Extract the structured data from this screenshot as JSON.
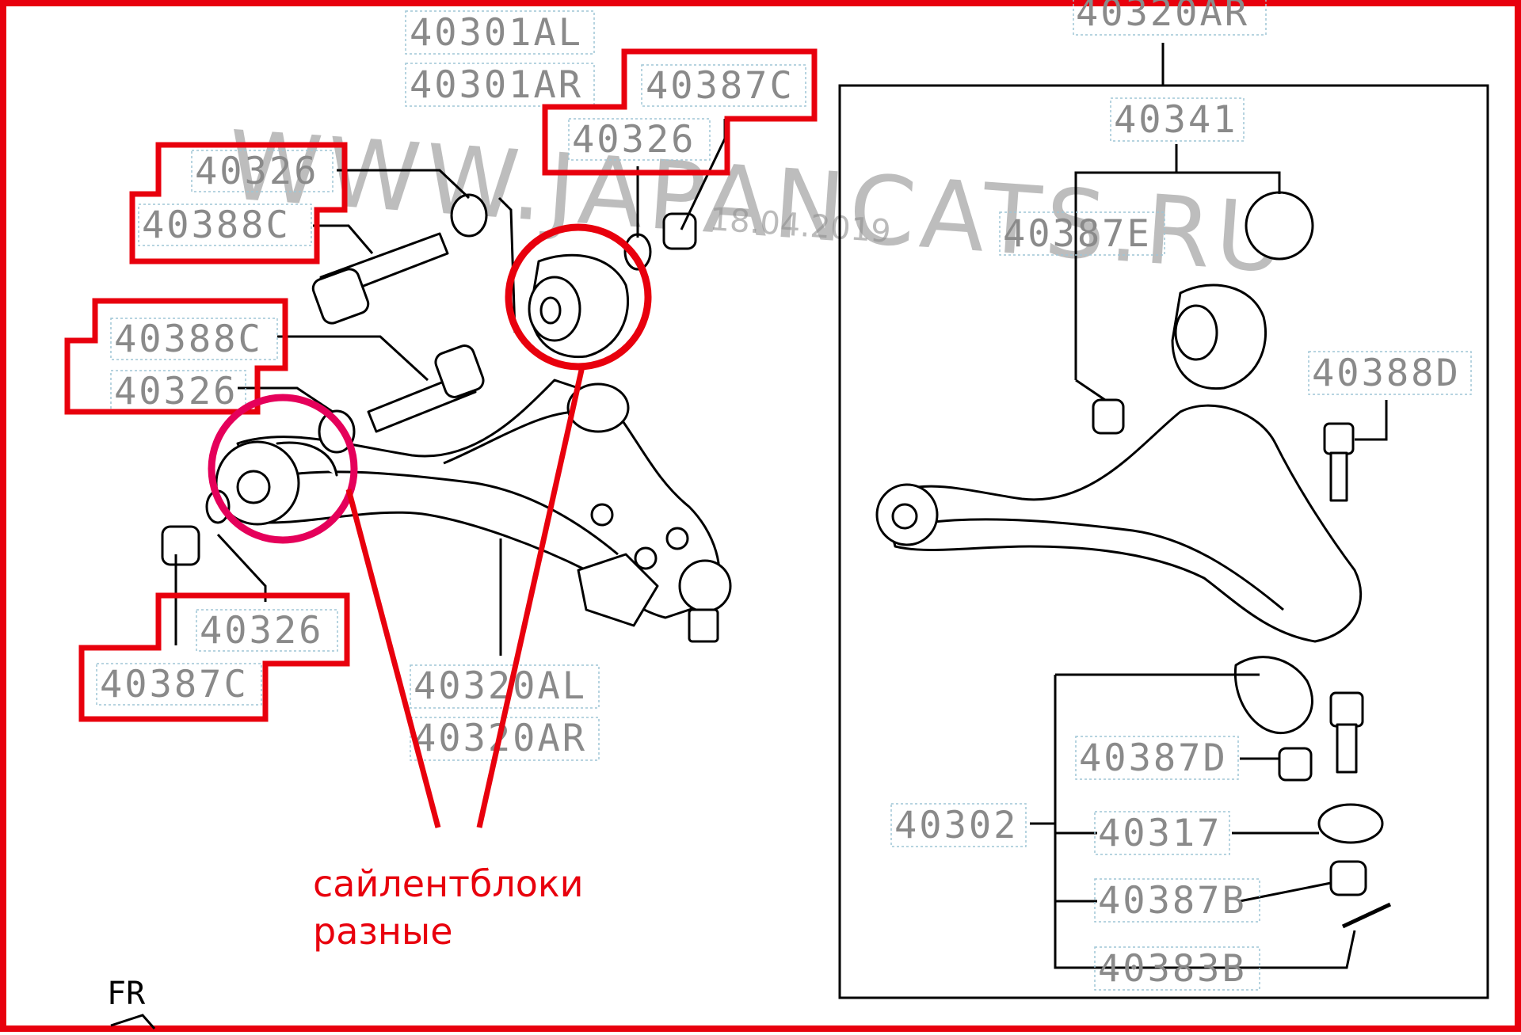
{
  "watermark": "WWW.JAPANCATS.RU",
  "date_stamp": "18.04.2019",
  "annotation": {
    "line1": "сайлентблоки",
    "line2": "разные"
  },
  "left_labels": {
    "l40301al": "40301AL",
    "l40301ar": "40301AR",
    "l40387c_top": "40387C",
    "l40326_top": "40326",
    "l40326_a": "40326",
    "l40388c_a": "40388C",
    "l40388c_b": "40388C",
    "l40326_b": "40326",
    "l40326_c": "40326",
    "l40387c_bot": "40387C",
    "l40320al": "40320AL",
    "l40320ar": "40320AR"
  },
  "right_labels": {
    "r40320ar": "40320AR",
    "r40341": "40341",
    "r40387e": "40387E",
    "r40388d": "40388D",
    "r40387d": "40387D",
    "r40302": "40302",
    "r40317": "40317",
    "r40387b": "40387B",
    "r40383b": "40383B"
  },
  "corner_label": "FR",
  "colors": {
    "highlight_red": "#e8000d",
    "highlight_magenta": "#e5005a",
    "label_gray": "#8a8a8a"
  }
}
